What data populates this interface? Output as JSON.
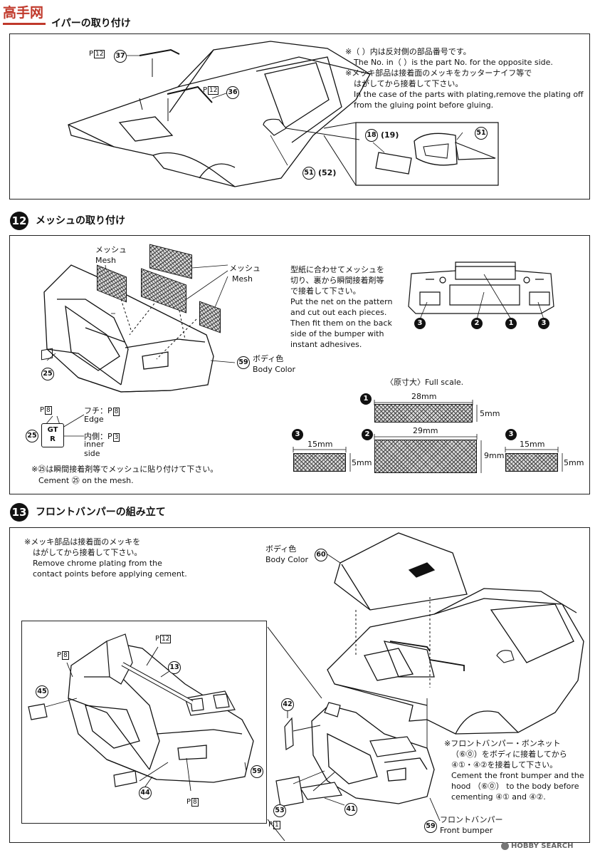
{
  "header": {
    "logo_text": "高手网",
    "title": "イパーの取り付け"
  },
  "step11": {
    "notes": [
      "※（ ）内は反対側の部品番号です。",
      "The No. in（ ）is the part No. for the opposite side.",
      "※メッキ部品は接着面のメッキをカッターナイフ等で",
      "はがしてから接着して下さい。",
      "In the case of the parts with plating,remove the plating off",
      "from the gluing point before gluing."
    ],
    "ph_37": "P",
    "ph_37_num": "12",
    "part_37": "37",
    "ph_36": "P",
    "ph_36_num": "12",
    "part_36": "36",
    "part_51": "51",
    "part_52": "(52)",
    "part_18": "18",
    "part_19": "(19)",
    "part_51b": "51"
  },
  "step12": {
    "num": "12",
    "title": "メッシュの取り付け",
    "mesh_jp": "メッシュ",
    "mesh_en": "Mesh",
    "mesh_jp2": "メッシュ",
    "mesh_en2": "Mesh",
    "instructions": [
      "型紙に合わせてメッシュを",
      "切り、裏から瞬間接着剤等",
      "で接着して下さい。",
      "Put the net on the pattern",
      "and cut out each pieces.",
      "Then fit them on the back",
      "side of the bumper with",
      "instant adhesives."
    ],
    "body_color_jp": "ボディ色",
    "body_color_en": "Body Color",
    "part_59": "59",
    "part_25": "25",
    "part_25b": "25",
    "edge_jp": "フチ：P",
    "edge_num": "8",
    "edge_en": "Edge",
    "inner_jp": "内側：P",
    "inner_num": "3",
    "inner_en1": "inner",
    "inner_en2": "side",
    "ph_badge": "P",
    "ph_badge_num": "8",
    "emblem_text": "GT R",
    "note_jp": "※㉕は瞬間接着剤等でメッシュに貼り付けて下さい。",
    "note_en": "Cement ㉕ on the mesh.",
    "full_scale": "〈原寸大〉Full scale.",
    "piece1_w": "28mm",
    "piece1_h": "5mm",
    "piece2_w": "29mm",
    "piece2_h": "9mm",
    "piece3_w": "15mm",
    "piece3_h": "5mm",
    "piece3b_w": "15mm",
    "piece3b_h": "5mm",
    "label_1": "1",
    "label_2": "2",
    "label_3": "3"
  },
  "step13": {
    "num": "13",
    "title": "フロントバンパーの組み立て",
    "notes": [
      "※メッキ部品は接着面のメッキを",
      "はがしてから接着して下さい。",
      "Remove chrome plating from the",
      "contact points before applying cement."
    ],
    "body_color_jp": "ボディ色",
    "body_color_en": "Body Color",
    "part_60": "60",
    "ph_12": "P",
    "ph_12_num": "12",
    "part_13": "13",
    "ph_8a": "P",
    "ph_8a_num": "8",
    "part_45": "45",
    "part_59": "59",
    "part_44": "44",
    "ph_8b": "P",
    "ph_8b_num": "8",
    "part_42": "42",
    "part_53": "53",
    "ph_1": "P",
    "ph_1_num": "1",
    "part_41": "41",
    "part_59b": "59",
    "front_bumper_jp": "フロントバンパー",
    "front_bumper_en": "Front bumper",
    "instructions": [
      "※フロントバンパー・ボンネット",
      "（⑥⓪）をボディに接着してから",
      "④①・④②を接着して下さい。",
      "Cement the front bumper and the",
      "hood （⑥⓪） to the body before",
      "cementing ④① and ④②."
    ]
  },
  "watermark": "HOBBY SEARCH"
}
